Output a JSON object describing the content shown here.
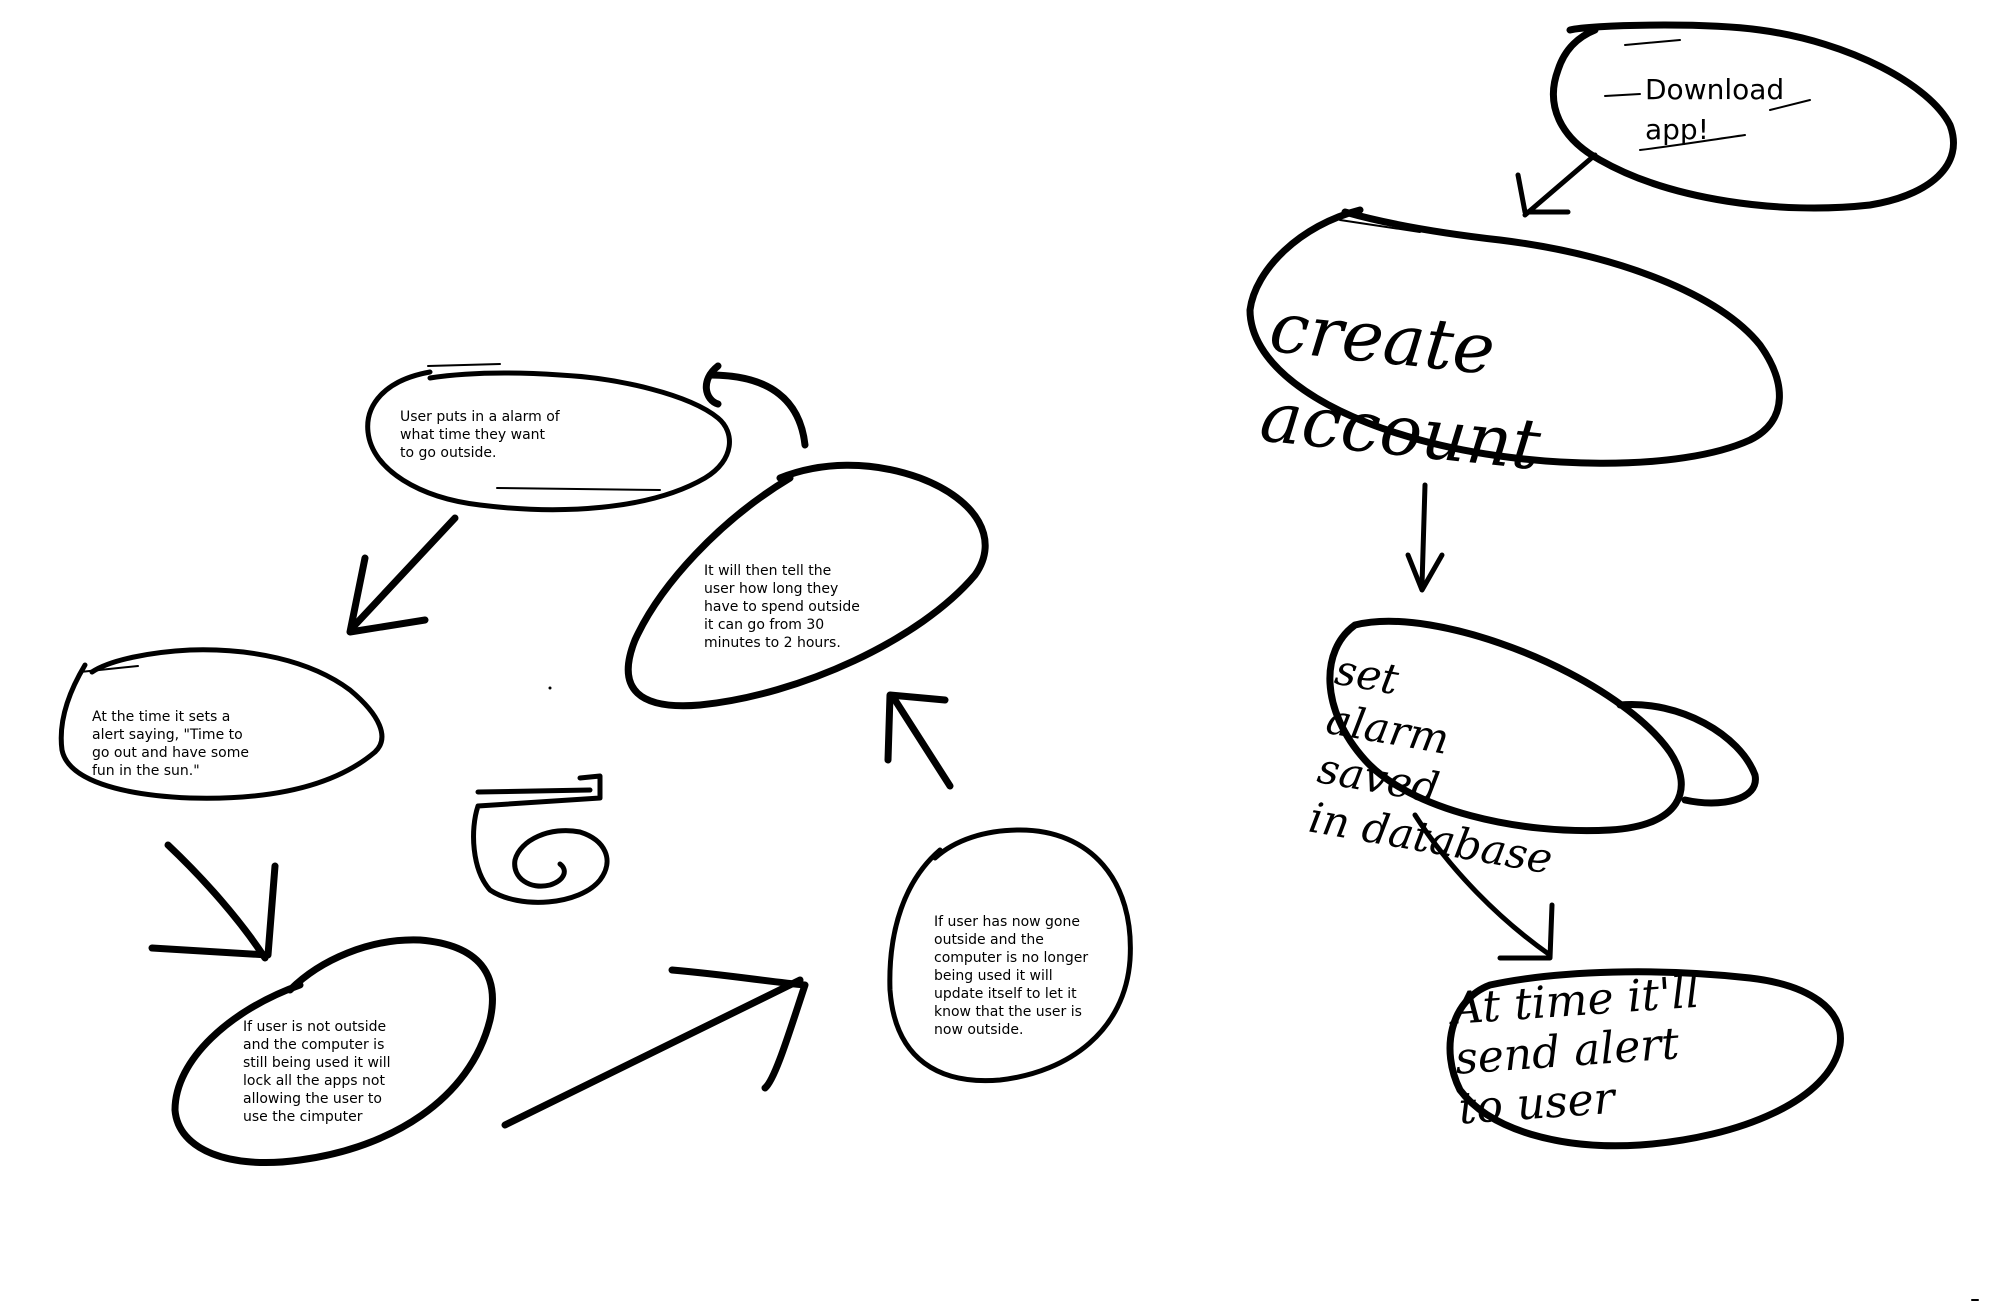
{
  "diagram": {
    "left_cycle": {
      "nodes": [
        {
          "id": "set-alarm-time",
          "text": "User puts in a alarm of\nwhat time they want\nto go outside."
        },
        {
          "id": "alert",
          "text": "At the time it sets a\nalert saying, \"Time to\ngo out and have some\nfun in the sun.\""
        },
        {
          "id": "lock-apps",
          "text": "If user is not outside\nand the computer is\nstill being used it will\nlock all the apps not\nallowing the user to\nuse the cimputer"
        },
        {
          "id": "update-outside",
          "text": "If user has now gone\noutside and the\ncomputer is no longer\nbeing used it will\nupdate itself to let it\nknow that the user is\nnow outside."
        },
        {
          "id": "time-outside",
          "text": "It will then tell the\nuser how long they\nhave to spend outside\nit can go from 30\nminutes to 2 hours."
        }
      ]
    },
    "right_flow": {
      "nodes": [
        {
          "id": "download",
          "text": "Download\napp!"
        },
        {
          "id": "create-account",
          "text": "create\naccount"
        },
        {
          "id": "set-alarm",
          "text": "set\nalarm\nsaved\nin database"
        },
        {
          "id": "at-time",
          "text": "At time it'll\nsend alert\nto user"
        }
      ]
    }
  }
}
